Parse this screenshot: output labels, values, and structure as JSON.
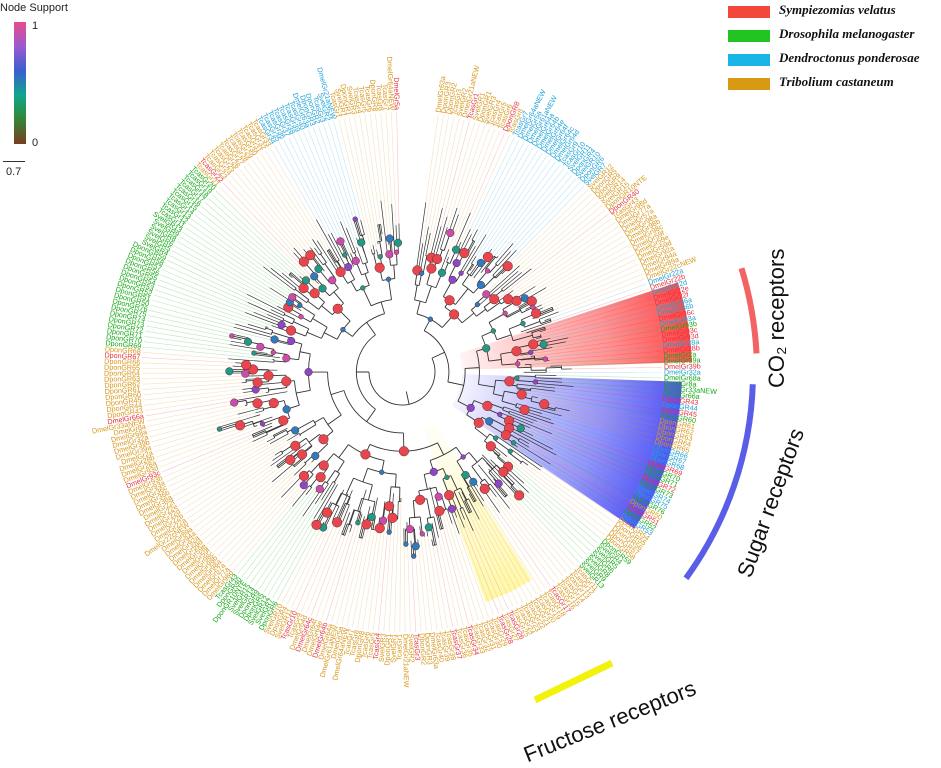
{
  "node_support": {
    "title": "Node Support",
    "max_label": "1",
    "min_label": "0"
  },
  "scale": {
    "label": "0.7"
  },
  "legend": [
    {
      "name": "Sympiezomias velatus",
      "color": "#f2473a"
    },
    {
      "name": "Drosophila melanogaster",
      "color": "#22c422"
    },
    {
      "name": "Dendroctonus ponderosae",
      "color": "#19b5e6"
    },
    {
      "name": "Tribolium castaneum",
      "color": "#d79a12"
    }
  ],
  "clades": {
    "co2": {
      "label": "CO₂ receptors",
      "color": "#f26464"
    },
    "sugar": {
      "label": "Sugar receptors",
      "color": "#5a5de8"
    },
    "fructose": {
      "label": "Fructose receptors",
      "color": "#f2f20a"
    }
  },
  "tip_labels": {
    "co2_group": [
      "DmelGr63a",
      "DponGR3",
      "DponGR2",
      "TcasGr3",
      "SvelGR2",
      "DmelGr21aNEW",
      "TcasGr1",
      "SvelGR1",
      "DponGR1",
      "SvelGR3"
    ],
    "sugar_group": [
      "TcasGr4",
      "TcasGr5",
      "TcasGr6",
      "DponGR8",
      "TcasGr8",
      "TcasGr7",
      "DmelGr64aNEW",
      "DmelGr5a",
      "DmelGr61aNEW",
      "DmelGr64a",
      "DmelGr64b",
      "DmelGr64e",
      "DmelGr64f",
      "DmelGr64c",
      "DmelGr64d",
      "TcasGr9",
      "TcasGr10",
      "SvelGR11",
      "DponGR4",
      "SvelGR10",
      "DponGR6",
      "SvelGR7",
      "SvelGR12",
      "DponGR5",
      "DponGR9"
    ],
    "fructose_group": [
      "SvelGR14",
      "SvelGR15",
      "DponGR10NTE",
      "DponGR40",
      "TcasGr43"
    ],
    "dmel_left": [
      "DmelGr98d",
      "DmelGr77a",
      "DmelGr57a",
      "DmelGr98a",
      "DmelGr98b",
      "DmelGr98c",
      "DmelGr59f",
      "DmelGr59e",
      "DmelGr59d",
      "DmelGr92a",
      "DmelGr94a",
      "DmelGr89a",
      "DmelGr22cNEW",
      "DmelGr22a",
      "DmelGr22b",
      "DmelGr22d",
      "DmelGr22e",
      "DmelGr22f",
      "DmelGr36a",
      "DmelGr36b",
      "DmelGr36c",
      "DmelGr93a",
      "DmelGr93b",
      "DmelGr93c",
      "DmelGr93d"
    ],
    "dmel_bottom": [
      "DmelGr28a",
      "DmelGr28b",
      "DmelGr2a",
      "DmelGr39a",
      "DmelGr39b",
      "DmelGr32a",
      "DmelGr68a",
      "DmelGr8a",
      "DmelGr33aNEW",
      "DmelGr66a"
    ],
    "dpon_left": [
      "DponGR43",
      "DponGR44",
      "DponGR45"
    ],
    "dpon_topleft": [
      "DponGR60",
      "DponGR61",
      "DponGR62",
      "DponGR63",
      "DponGR64",
      "DponGR65",
      "DponGR66",
      "DponGR67",
      "DponGR68",
      "DponGR69",
      "DponGR70",
      "DponGR71",
      "DponGR72",
      "DponGR73",
      "DponGR74",
      "DponGR75",
      "DponGR76"
    ],
    "dpon_topright": [
      "DponGR50",
      "DponGR51",
      "DponGR52",
      "DponGR53",
      "DponGR54",
      "DponGR55",
      "DponGR56",
      "DponGR57",
      "DponGR58",
      "DponGR59"
    ],
    "svel_misc": [
      "SvelGR4",
      "SvelGR5",
      "SvelGR6",
      "SvelGR8",
      "SvelGR9",
      "SvelGR13"
    ],
    "tcas_misc": [
      "TcasGr11",
      "TcasGr12",
      "TcasGr13",
      "TcasGr14",
      "TcasGr15",
      "TcasGr16",
      "TcasGr17",
      "TcasGr18",
      "TcasGr19",
      "TcasGr20",
      "TcasGr21",
      "TcasGr22",
      "TcasGr23",
      "TcasGr24",
      "TcasGr25",
      "TcasGr26",
      "TcasGr27",
      "TcasGr28",
      "TcasGr29",
      "TcasGr30",
      "TcasGr31",
      "TcasGr32",
      "TcasGr33",
      "TcasGr34",
      "TcasGr35",
      "TcasGr36",
      "TcasGr37",
      "TcasGr38",
      "TcasGr39",
      "TcasGr40"
    ]
  }
}
